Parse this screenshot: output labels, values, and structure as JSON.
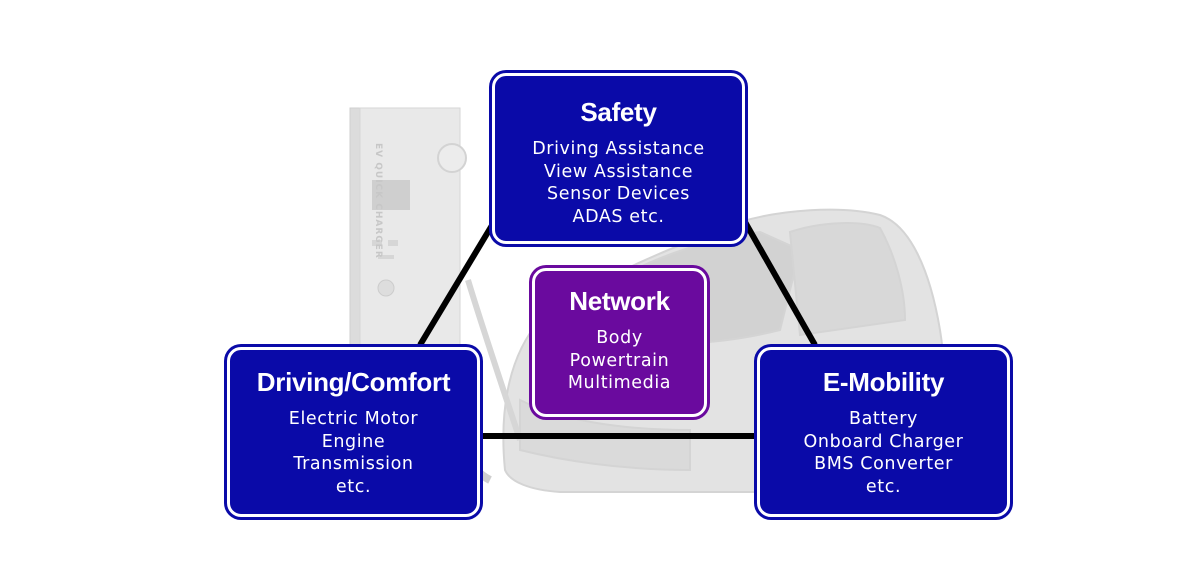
{
  "colors": {
    "safety_box": "#0a0aa8",
    "network_box": "#6a0a9e",
    "driving_box": "#0a0aa8",
    "emobility_box": "#0a0aa8",
    "box_text": "#ffffff",
    "connector": "#000000",
    "background_art": "#e6e6e6"
  },
  "background": {
    "charger_label": "EV QUICK CHARGER"
  },
  "safety": {
    "title": "Safety",
    "items": [
      "Driving Assistance",
      "View Assistance",
      "Sensor Devices",
      "ADAS etc."
    ]
  },
  "network": {
    "title": "Network",
    "items": [
      "Body",
      "Powertrain",
      "Multimedia"
    ]
  },
  "driving": {
    "title": "Driving/Comfort",
    "items": [
      "Electric Motor",
      "Engine",
      "Transmission",
      "etc."
    ]
  },
  "emobility": {
    "title": "E-Mobility",
    "items": [
      "Battery",
      "Onboard Charger",
      "BMS Converter",
      "etc."
    ]
  }
}
